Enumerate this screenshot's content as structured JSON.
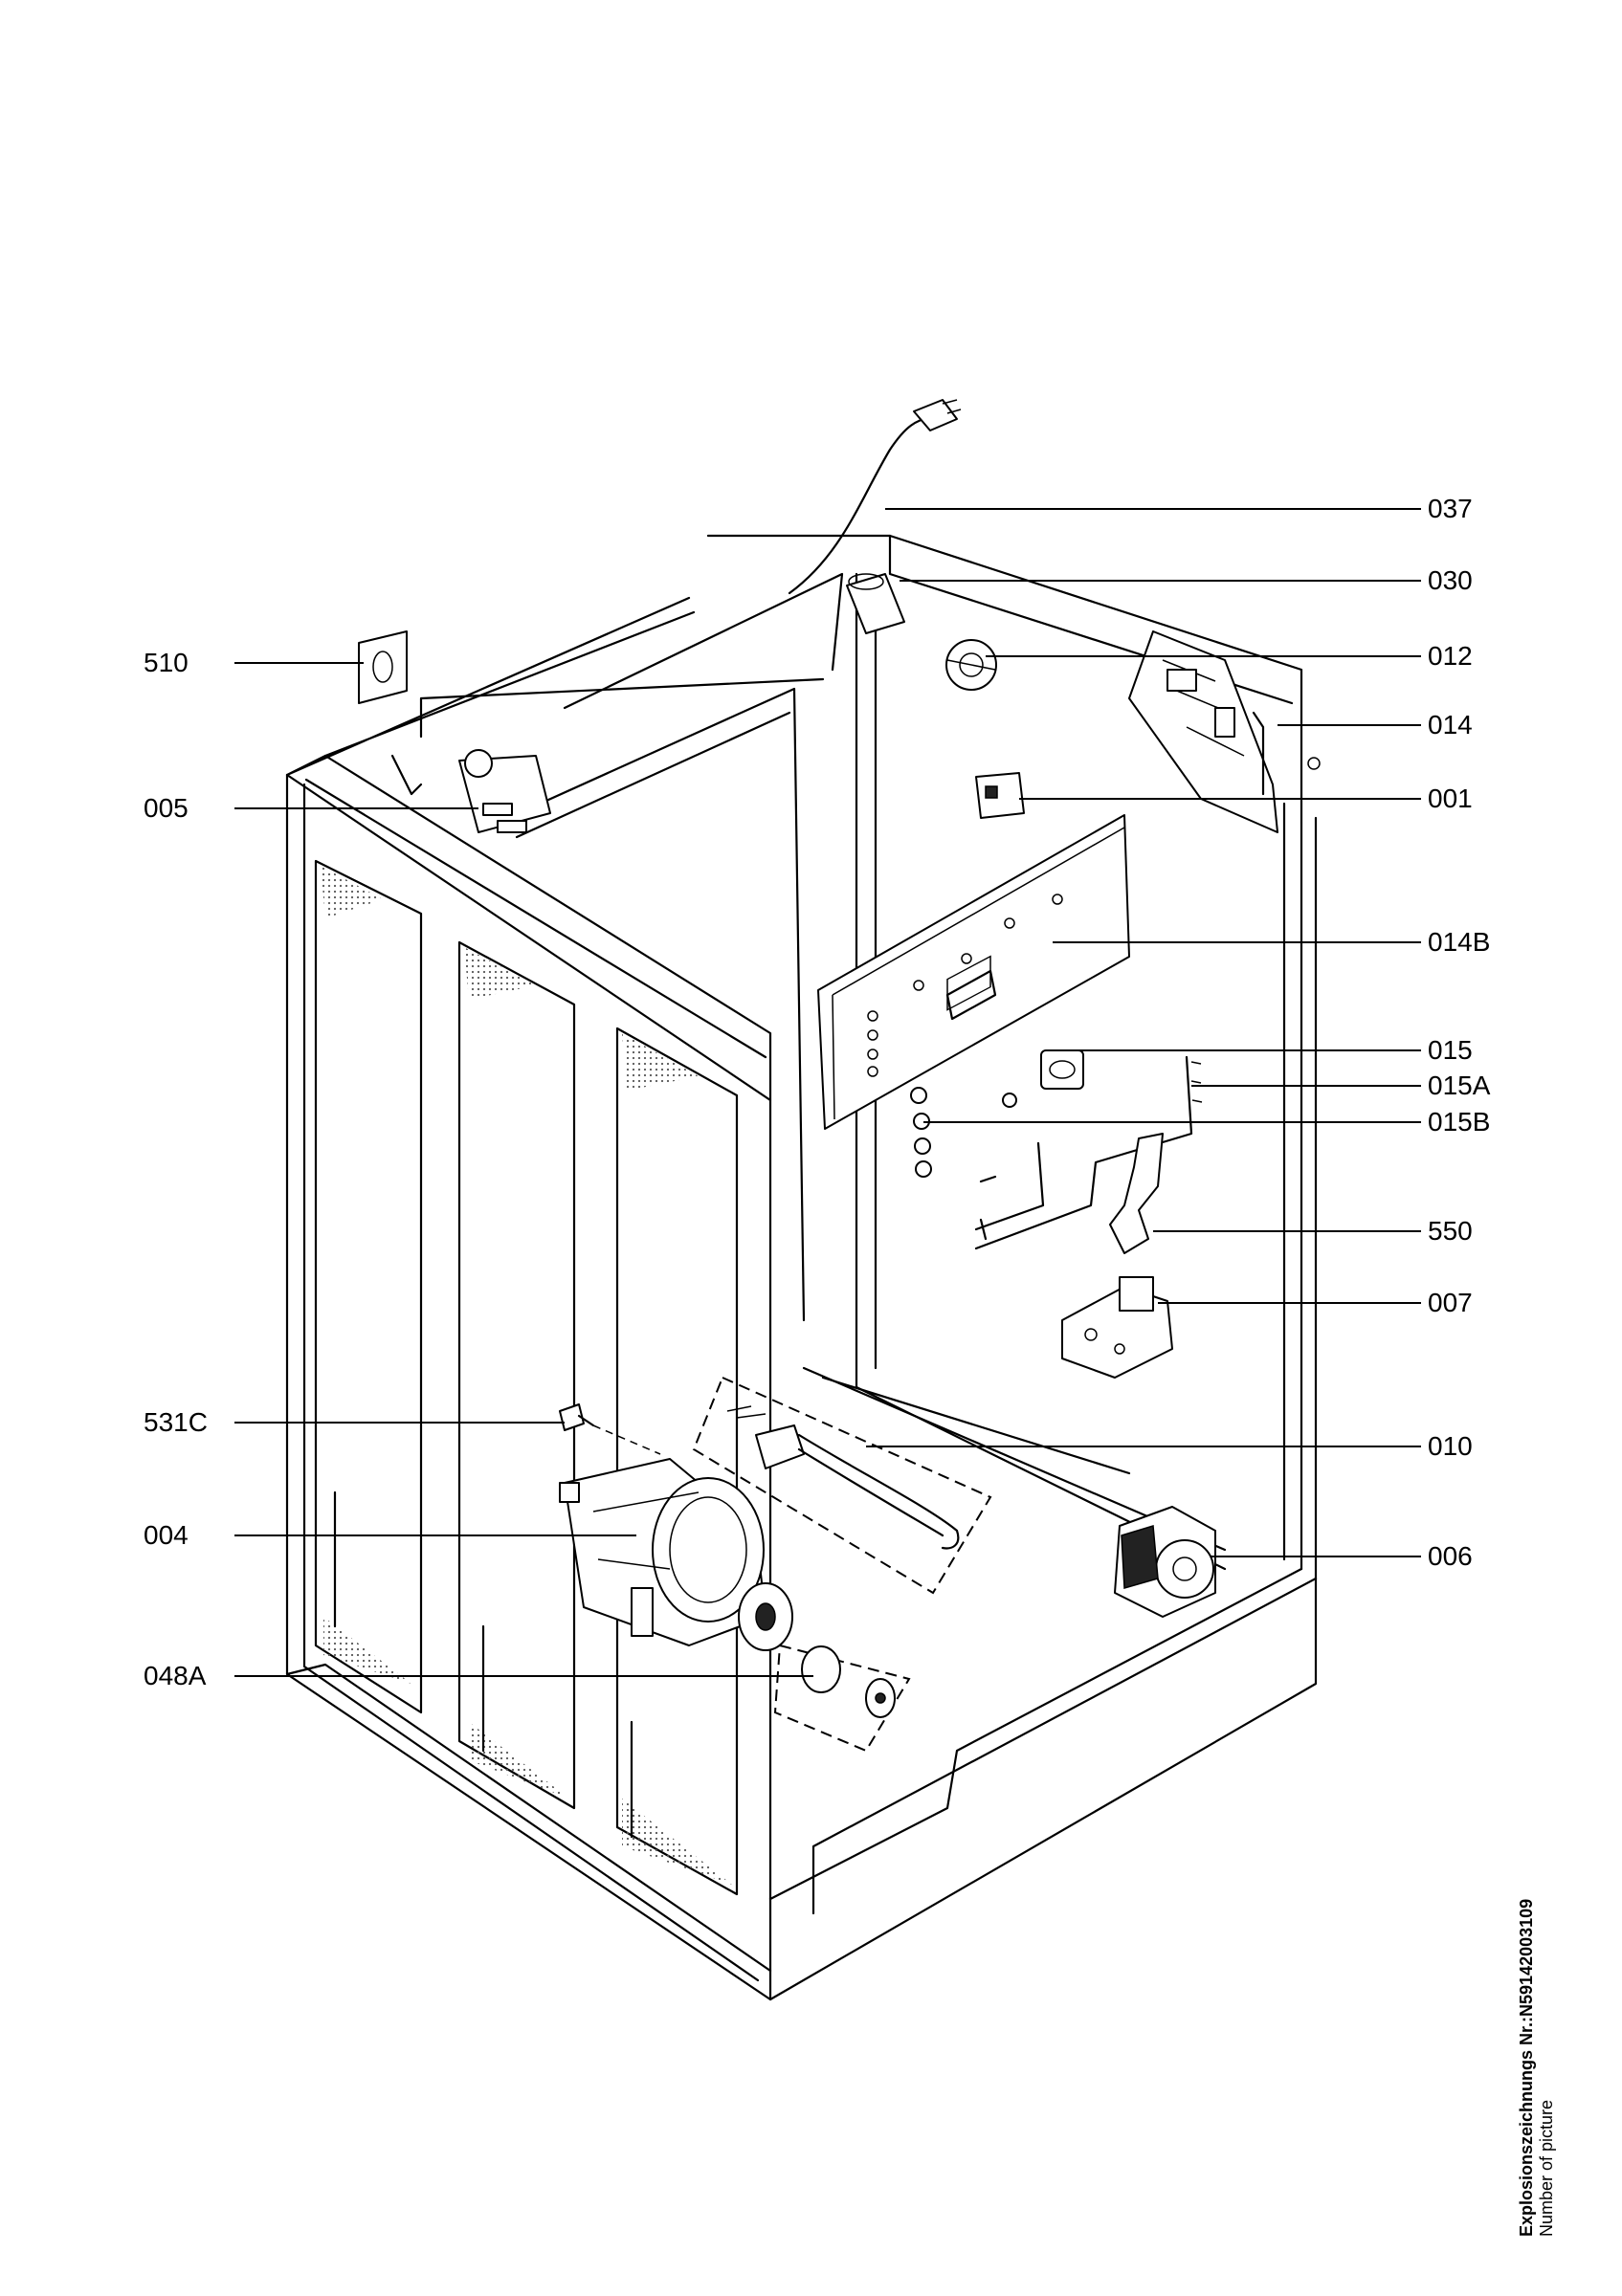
{
  "callouts": [
    {
      "id": "037",
      "label": "037"
    },
    {
      "id": "030",
      "label": "030"
    },
    {
      "id": "012",
      "label": "012"
    },
    {
      "id": "014",
      "label": "014"
    },
    {
      "id": "001",
      "label": "001"
    },
    {
      "id": "014B",
      "label": "014B"
    },
    {
      "id": "015",
      "label": "015"
    },
    {
      "id": "015A",
      "label": "015A"
    },
    {
      "id": "015B",
      "label": "015B"
    },
    {
      "id": "550",
      "label": "550"
    },
    {
      "id": "007",
      "label": "007"
    },
    {
      "id": "010",
      "label": "010"
    },
    {
      "id": "006",
      "label": "006"
    },
    {
      "id": "510",
      "label": "510"
    },
    {
      "id": "005",
      "label": "005"
    },
    {
      "id": "531C",
      "label": "531C"
    },
    {
      "id": "004",
      "label": "004"
    },
    {
      "id": "048A",
      "label": "048A"
    }
  ],
  "caption": {
    "title": "Explosionszeichnungs Nr.:N59142003109",
    "subtitle": "Number of picture"
  }
}
